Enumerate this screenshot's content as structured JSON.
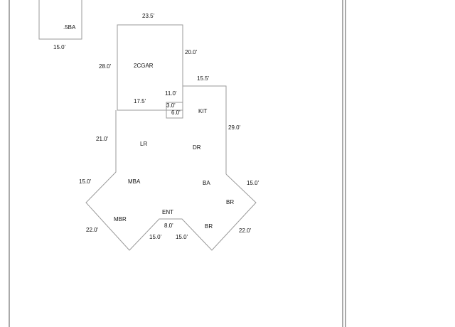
{
  "colors": {
    "line": "#9a9a9a",
    "border": "#555555",
    "text": "#111111"
  },
  "rooms": {
    "half_bath": ".5BA",
    "garage": "2CGAR",
    "kitchen": "KIT",
    "living_room": "LR",
    "dining_room": "DR",
    "master_bath": "MBA",
    "bath": "BA",
    "bedroom_right_upper": "BR",
    "master_bedroom": "MBR",
    "entry": "ENT",
    "bedroom_right_lower": "BR"
  },
  "dimensions": {
    "half_bath_width": "15.0'",
    "garage_width": "23.5'",
    "garage_depth": "28.0'",
    "garage_right": "20.0'",
    "kitchen_width": "15.5'",
    "notch_top": "11.0'",
    "garage_bottom": "17.5'",
    "closet_width": "3.0'",
    "closet_depth": "6.0'",
    "kitchen_depth": "29.0'",
    "living_depth": "21.0'",
    "left_wing_side": "15.0'",
    "right_wing_side": "15.0'",
    "left_wing_lower": "22.0'",
    "right_wing_lower": "22.0'",
    "entry_width": "8.0'",
    "entry_left": "15.0'",
    "entry_right": "15.0'"
  }
}
